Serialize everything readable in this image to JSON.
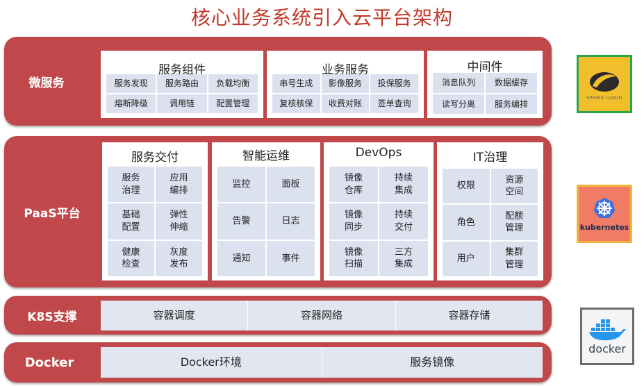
{
  "title": "核心业务系统引入云平台架构",
  "microservice": {
    "label": "微服务",
    "groups": [
      {
        "title": "服务组件",
        "cells": [
          "服务发现",
          "服务路由",
          "负载均衡",
          "熔断降级",
          "调用链",
          "配置管理"
        ]
      },
      {
        "title": "业务服务",
        "cells": [
          "串号生成",
          "影像服务",
          "投保服务",
          "复核核保",
          "收费对账",
          "签单查询"
        ]
      },
      {
        "title": "中间件",
        "cells": [
          "消息队列",
          "数据缓存",
          "读写分离",
          "服务编排"
        ]
      }
    ]
  },
  "paas": {
    "label": "PaaS平台",
    "groups": [
      {
        "title": "服务交付",
        "cells": [
          "服务\n治理",
          "应用\n编排",
          "基础\n配置",
          "弹性\n伸缩",
          "健康\n检查",
          "灰度\n发布"
        ]
      },
      {
        "title": "智能运维",
        "cells": [
          "监控",
          "面板",
          "告警",
          "日志",
          "通知",
          "事件"
        ]
      },
      {
        "title": "DevOps",
        "cells": [
          "镜像\n仓库",
          "持续\n集成",
          "镜像\n同步",
          "持续\n交付",
          "镜像\n扫描",
          "三方\n集成"
        ]
      },
      {
        "title": "IT治理",
        "cells": [
          "权限",
          "资源\n空间",
          "角色",
          "配额\n管理",
          "用户",
          "集群\n管理"
        ]
      }
    ]
  },
  "k8s": {
    "label": "K8S支撑",
    "cells": [
      "容器调度",
      "容器网络",
      "容器存储"
    ]
  },
  "docker": {
    "label": "Docker",
    "cells": [
      "Docker环境",
      "服务镜像"
    ]
  },
  "logos": {
    "spring": "SPRING CLOUD",
    "kubernetes": "kubernetes",
    "docker": "docker"
  },
  "colors": {
    "band": "#c0484b",
    "cell": "#dbe1ee",
    "title": "#c0392b"
  }
}
